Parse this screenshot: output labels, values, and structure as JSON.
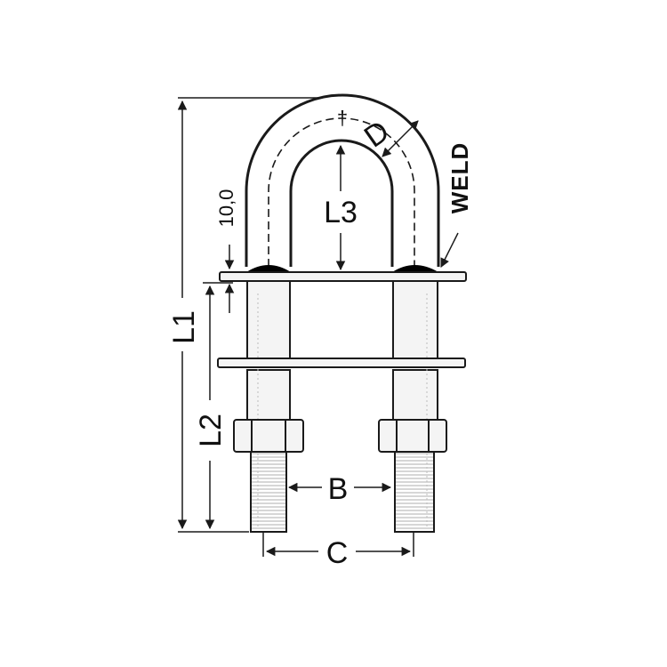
{
  "diagram": {
    "labels": {
      "l1": "L1",
      "l2": "L2",
      "l3": "L3",
      "b": "B",
      "c": "C",
      "d": "D",
      "ten": "10,0",
      "weld": "WELD"
    },
    "colors": {
      "ink": "#1a1a1a",
      "fill": "#f4f4f4",
      "weld": "#000000"
    }
  }
}
